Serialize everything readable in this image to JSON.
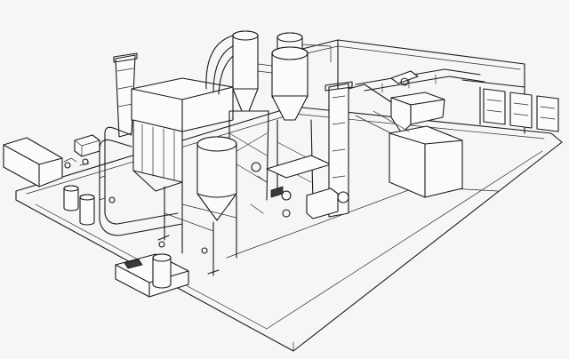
{
  "drawing": {
    "style": "isometric line drawing",
    "colors": {
      "paper": "#f6f6f4",
      "ink": "#1a1a1a"
    },
    "components": [
      "floor-slab",
      "left-tank-base",
      "chimney-stack",
      "bag-filter-house",
      "twin-cyclones",
      "conical-silo",
      "main-duct",
      "elevator-tower",
      "rear-building",
      "window-bank",
      "conveyor-gantry",
      "hopper-station",
      "small-storage-tanks",
      "pump-skid"
    ]
  }
}
